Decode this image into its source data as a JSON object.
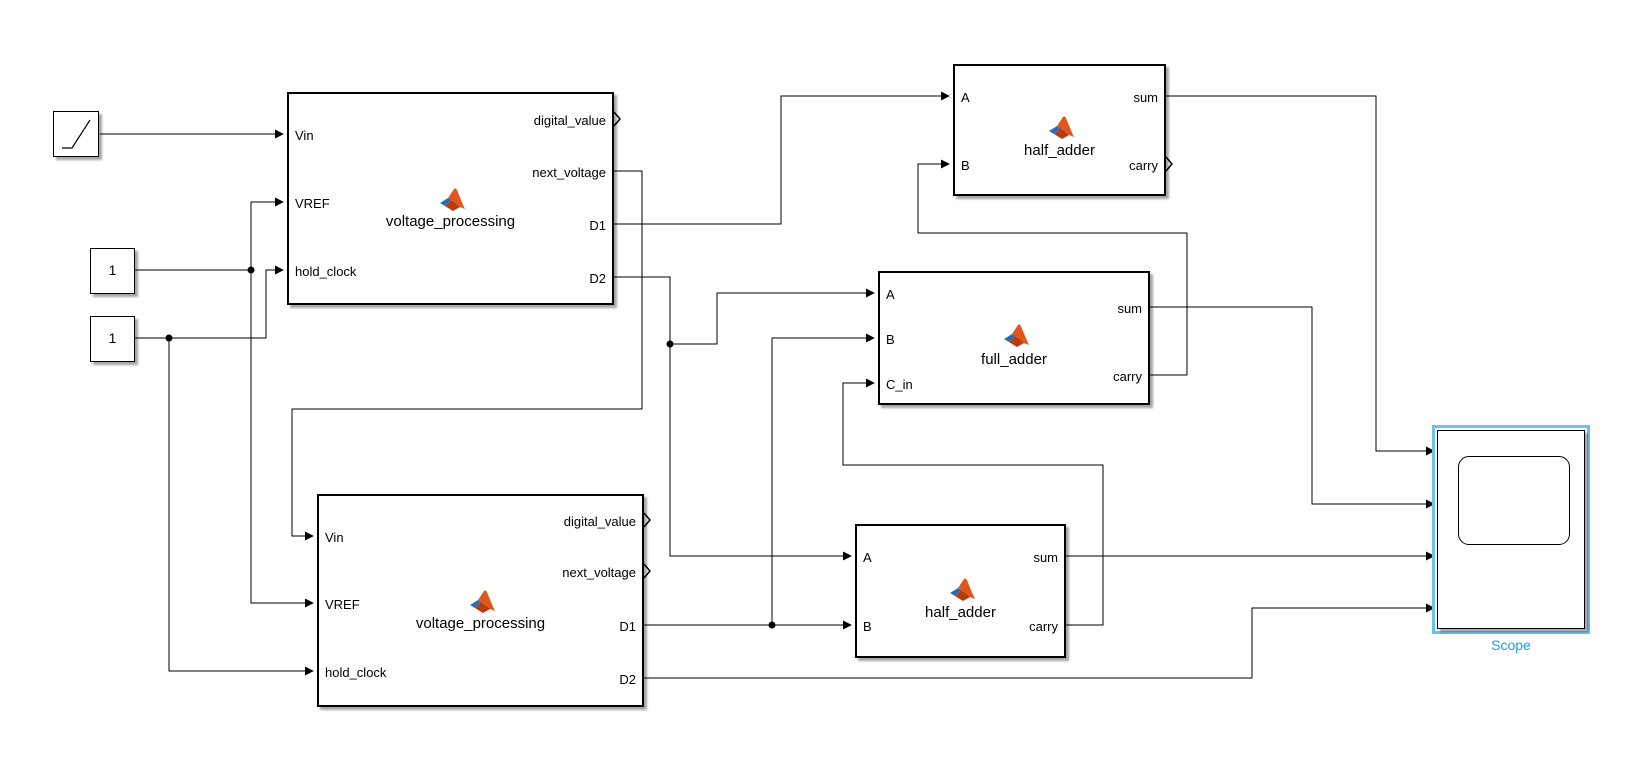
{
  "diagram": {
    "ramp_source": {
      "icon": "ramp-icon"
    },
    "constant_1": {
      "value": "1"
    },
    "constant_2": {
      "value": "1"
    },
    "voltage_processing_1": {
      "name": "voltage_processing",
      "inputs": [
        "Vin",
        "VREF",
        "hold_clock"
      ],
      "outputs": [
        "digital_value",
        "next_voltage",
        "D1",
        "D2"
      ]
    },
    "voltage_processing_2": {
      "name": "voltage_processing",
      "inputs": [
        "Vin",
        "VREF",
        "hold_clock"
      ],
      "outputs": [
        "digital_value",
        "next_voltage",
        "D1",
        "D2"
      ]
    },
    "half_adder_1": {
      "name": "half_adder",
      "inputs": [
        "A",
        "B"
      ],
      "outputs": [
        "sum",
        "carry"
      ]
    },
    "full_adder": {
      "name": "full_adder",
      "inputs": [
        "A",
        "B",
        "C_in"
      ],
      "outputs": [
        "sum",
        "carry"
      ]
    },
    "half_adder_2": {
      "name": "half_adder",
      "inputs": [
        "A",
        "B"
      ],
      "outputs": [
        "sum",
        "carry"
      ]
    },
    "scope": {
      "name": "Scope"
    },
    "colors": {
      "line": "#000000",
      "selection": "#1e9be8",
      "matlab_orange": "#e0561b",
      "matlab_blue": "#2a6bb5"
    }
  }
}
